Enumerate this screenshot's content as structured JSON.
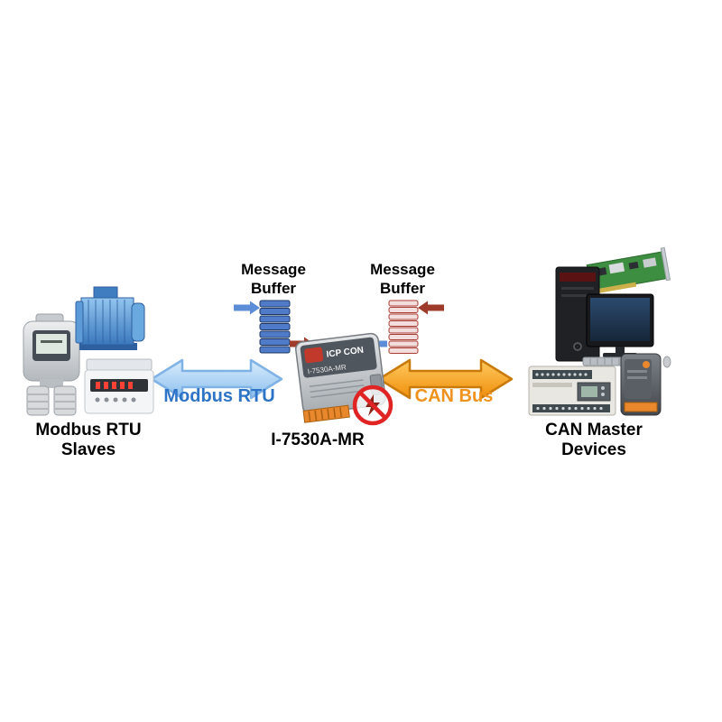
{
  "diagram": {
    "captions": {
      "left": "Modbus RTU Slaves",
      "center": "I-7530A-MR",
      "right": "CAN Master Devices"
    },
    "buffers": {
      "left": {
        "label": "Message Buffer",
        "bar_color": "#4F7BC8",
        "outline_color": "#1F3864",
        "in_arrow_color": "#5B8ED6",
        "out_arrow_color": "#9E3B2A"
      },
      "right": {
        "label": "Message Buffer",
        "bar_color": "#F4DEDD",
        "outline_color": "#A93C32",
        "in_arrow_color": "#9E3B2A",
        "out_arrow_color": "#5B8ED6"
      }
    },
    "buses": {
      "modbus": {
        "label": "Modbus RTU",
        "text_color": "#2E74C6",
        "arrow_fill": "#A9CFF0"
      },
      "can": {
        "label": "CAN Bus",
        "text_color": "#F0921E",
        "arrow_fill": "#F8A728"
      }
    },
    "converter": {
      "brand": "ICP CON",
      "model": "I-7530A-MR"
    }
  }
}
